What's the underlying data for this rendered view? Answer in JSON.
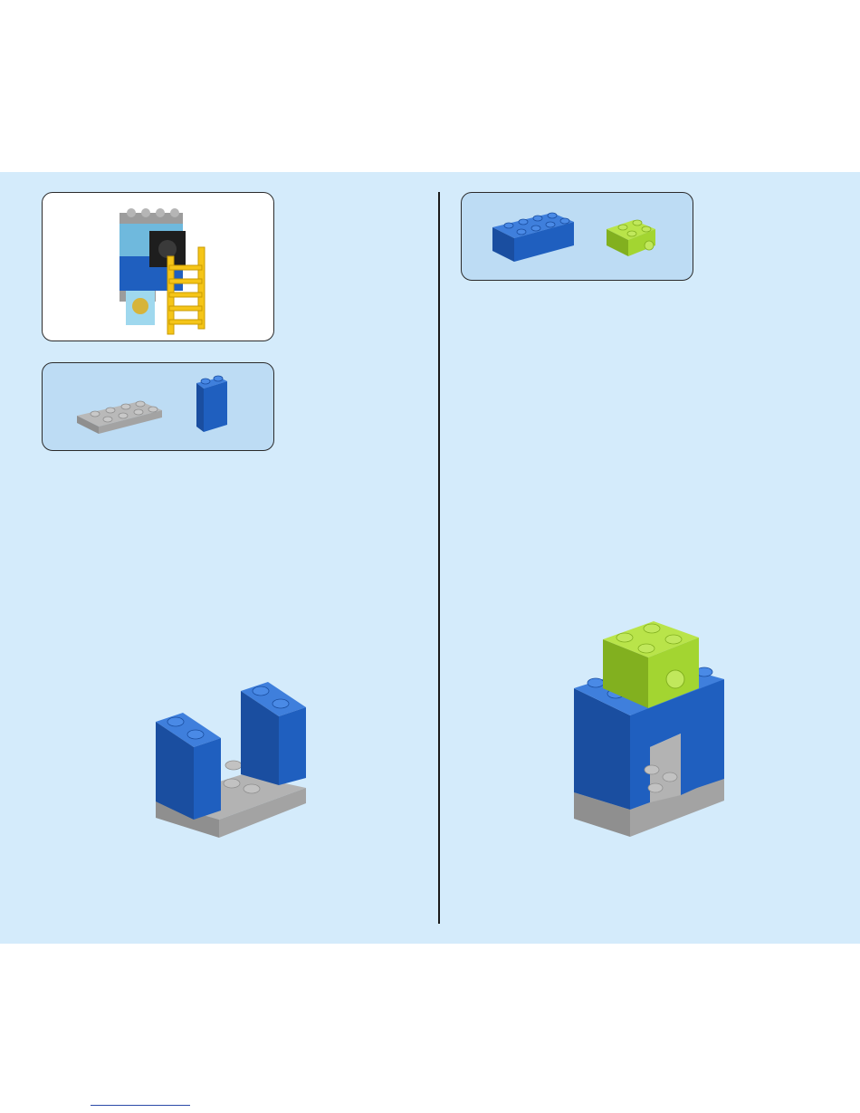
{
  "page": {
    "background": "#ffffff",
    "band_color": "#d4ebfb",
    "callout_fill": "#bddcf4",
    "divider_color": "#1a1a1a"
  },
  "brick_colors": {
    "blue": "#1f5fbf",
    "gray": "#9c9c9c",
    "lime": "#a3d531",
    "yellow": "#f5c518",
    "light_blue": "#6fb9dd",
    "black": "#1e1e1e"
  },
  "steps": [
    {
      "panel": "left",
      "reference_model": "tower-with-ladder",
      "parts": [
        "gray-plate-2x4",
        "blue-brick-1x2x2"
      ],
      "result": "u-shaped-base"
    },
    {
      "panel": "right",
      "parts": [
        "blue-brick-2x4",
        "lime-brick-2x2-with-side-stud"
      ],
      "result": "arch-with-lime-top"
    }
  ]
}
